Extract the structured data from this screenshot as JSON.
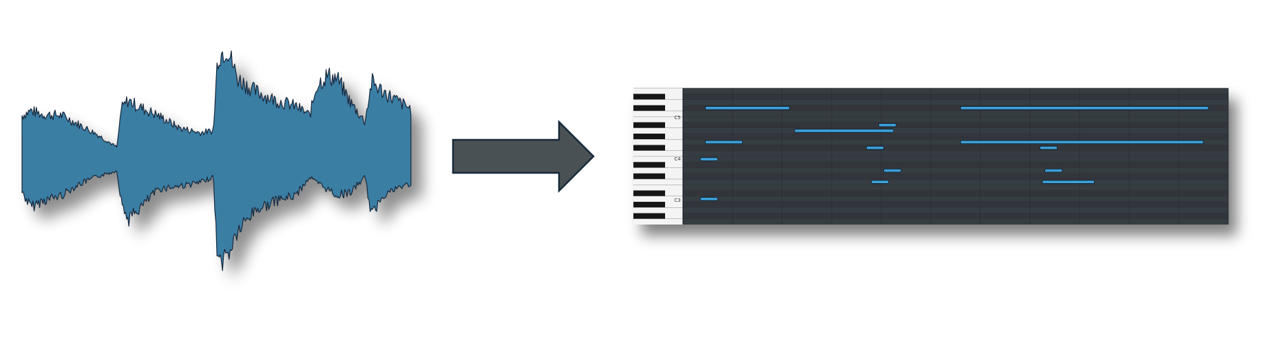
{
  "diagram": {
    "colors": {
      "waveform_fill": "#3a7ea4",
      "waveform_stroke": "#14263a",
      "arrow_fill": "#4a5154",
      "arrow_stroke": "#17293a",
      "roll_background": "#363c43",
      "roll_row_dark": "#30353b",
      "roll_grid_line": "#2a2f35",
      "note_fill": "#3d9fd8",
      "note_stroke": "#0d1a26"
    },
    "piano_roll": {
      "octave_labels": [
        "C5",
        "C4",
        "C3"
      ],
      "notes": [
        {
          "start": 0.45,
          "length": 1.7,
          "row": 3
        },
        {
          "start": 5.6,
          "length": 5.0,
          "row": 3
        },
        {
          "start": 3.95,
          "length": 0.35,
          "row": 6
        },
        {
          "start": 2.25,
          "length": 2.0,
          "row": 7
        },
        {
          "start": 0.45,
          "length": 0.75,
          "row": 9
        },
        {
          "start": 5.6,
          "length": 4.9,
          "row": 9
        },
        {
          "start": 3.7,
          "length": 0.35,
          "row": 10
        },
        {
          "start": 7.2,
          "length": 0.35,
          "row": 10
        },
        {
          "start": 0.35,
          "length": 0.35,
          "row": 12
        },
        {
          "start": 4.05,
          "length": 0.35,
          "row": 14
        },
        {
          "start": 7.3,
          "length": 0.35,
          "row": 14
        },
        {
          "start": 3.8,
          "length": 0.35,
          "row": 16
        },
        {
          "start": 7.25,
          "length": 1.05,
          "row": 16
        },
        {
          "start": 0.35,
          "length": 0.35,
          "row": 19
        }
      ]
    }
  }
}
